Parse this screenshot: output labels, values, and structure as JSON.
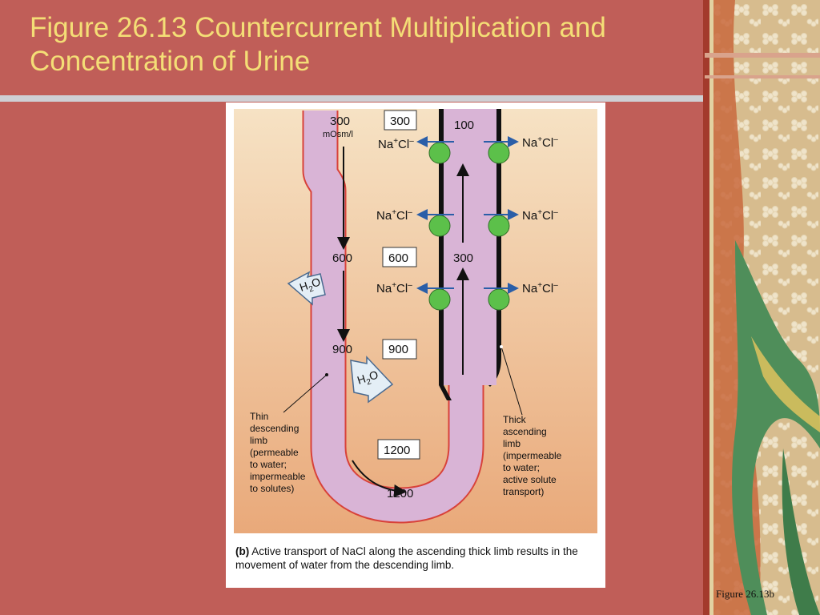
{
  "slide": {
    "title": "Figure 26.13  Countercurrent Multiplication and Concentration of Urine",
    "figure_ref": "Figure 26.13b"
  },
  "diagram": {
    "inside_values": {
      "desc_top": "300",
      "desc_top_unit": "mOsm/l",
      "desc_mid": "600",
      "desc_low": "900",
      "bottom": "1200",
      "asc_top": "100",
      "asc_mid": "300"
    },
    "box_values": {
      "top": "300",
      "mid": "600",
      "low": "900",
      "bottom": "1200"
    },
    "ion_label": {
      "na": "Na",
      "na_charge": "+",
      "cl": "Cl",
      "cl_charge": "–"
    },
    "water_label": {
      "h": "H",
      "sub": "2",
      "o": "O"
    },
    "labels": {
      "thin_descending": [
        "Thin",
        "descending",
        "limb",
        "(permeable",
        "to water;",
        "impermeable",
        "to solutes)"
      ],
      "thick_ascending": [
        "Thick",
        "ascending",
        "limb",
        "(impermeable",
        "to water;",
        "active solute",
        "transport)"
      ]
    },
    "caption": {
      "part": "(b)",
      "text": " Active transport of NaCl along the ascending thick limb results in the movement of water from the descending limb."
    }
  },
  "colors": {
    "slide_bg": "#c05e58",
    "title": "#f4de76",
    "rule": "#cfcfd4",
    "tubule": "#d9b4d6",
    "tubule_edge": "#b07aa8",
    "pump": "#5cc04a",
    "interstitium_top": "#f6e2c4",
    "interstitium_bottom": "#e9a97a"
  }
}
